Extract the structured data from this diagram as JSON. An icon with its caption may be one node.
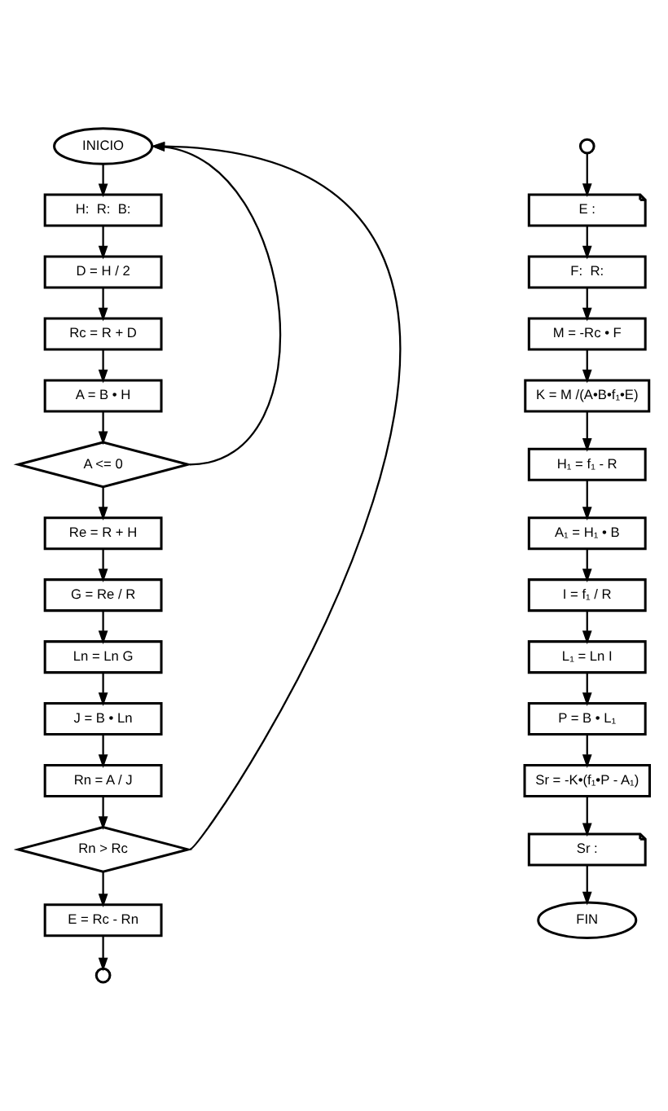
{
  "diagram": {
    "nodes": [
      {
        "text": [
          "INICIO"
        ]
      },
      {
        "text": [
          "H:  R:  B:"
        ]
      },
      {
        "text": [
          "D = H / 2"
        ]
      },
      {
        "text": [
          "Rc = R + D"
        ]
      },
      {
        "text": [
          "A = B • H"
        ]
      },
      {
        "text": [
          "A <= 0"
        ]
      },
      {
        "text": [
          "Re = R + H"
        ]
      },
      {
        "text": [
          "G = Re / R"
        ]
      },
      {
        "text": [
          "Ln = Ln G"
        ]
      },
      {
        "text": [
          "J = B • Ln"
        ]
      },
      {
        "text": [
          "Rn = A / J"
        ]
      },
      {
        "text": [
          "Rn > Rc"
        ]
      },
      {
        "text": [
          "E = Rc - Rn"
        ]
      },
      {
        "text": [],
        "shape": "circle"
      },
      {
        "text": [],
        "shape": "circle"
      },
      {
        "text": [
          "E :"
        ]
      },
      {
        "text": [
          "F:  R:"
        ]
      },
      {
        "text": [
          "M = -Rc • F"
        ]
      },
      {
        "text": [
          "K = M /(A•B•f₁•E)"
        ]
      },
      {
        "text": [
          "H₁ = f₁ - R"
        ]
      },
      {
        "text": [
          "A₁ = H₁ • B"
        ]
      },
      {
        "text": [
          "I = f₁ / R"
        ]
      },
      {
        "text": [
          "L₁ = Ln I"
        ]
      },
      {
        "text": [
          "P = B • L₁"
        ]
      },
      {
        "text": [
          "Sr = -K•(f₁•P - A₁)"
        ]
      },
      {
        "text": [
          "Sr :"
        ]
      },
      {
        "text": [
          "FIN"
        ]
      }
    ],
    "edges": [
      {
        "from": 0,
        "to": 1,
        "arrow": "to"
      },
      {
        "from": 1,
        "to": 2,
        "arrow": "to"
      },
      {
        "from": 2,
        "to": 3,
        "arrow": "to"
      },
      {
        "from": 3,
        "to": 4,
        "arrow": "to"
      },
      {
        "from": 4,
        "to": 5,
        "arrow": "to"
      },
      {
        "from": 5,
        "to": 6,
        "arrow": "to"
      },
      {
        "from": 6,
        "to": 7,
        "arrow": "to"
      },
      {
        "from": 7,
        "to": 8,
        "arrow": "to"
      },
      {
        "from": 8,
        "to": 9,
        "arrow": "to"
      },
      {
        "from": 9,
        "to": 10,
        "arrow": "to"
      },
      {
        "from": 10,
        "to": 11,
        "arrow": "to"
      },
      {
        "from": 11,
        "to": 12,
        "arrow": "to"
      },
      {
        "from": 12,
        "to": 13,
        "arrow": "to"
      },
      {
        "from": 5,
        "to": 0,
        "arrow": "to"
      },
      {
        "from": 11,
        "to": 0,
        "arrow": "to"
      },
      {
        "from": 14,
        "to": 15,
        "arrow": "to"
      },
      {
        "from": 15,
        "to": 16,
        "arrow": "to"
      },
      {
        "from": 16,
        "to": 17,
        "arrow": "to"
      },
      {
        "from": 17,
        "to": 18,
        "arrow": "to"
      },
      {
        "from": 18,
        "to": 19,
        "arrow": "to"
      },
      {
        "from": 19,
        "to": 20,
        "arrow": "to"
      },
      {
        "from": 20,
        "to": 21,
        "arrow": "to"
      },
      {
        "from": 21,
        "to": 22,
        "arrow": "to"
      },
      {
        "from": 22,
        "to": 23,
        "arrow": "to"
      },
      {
        "from": 23,
        "to": 24,
        "arrow": "to"
      },
      {
        "from": 24,
        "to": 25,
        "arrow": "to"
      },
      {
        "from": 25,
        "to": 26,
        "arrow": "to"
      }
    ]
  }
}
